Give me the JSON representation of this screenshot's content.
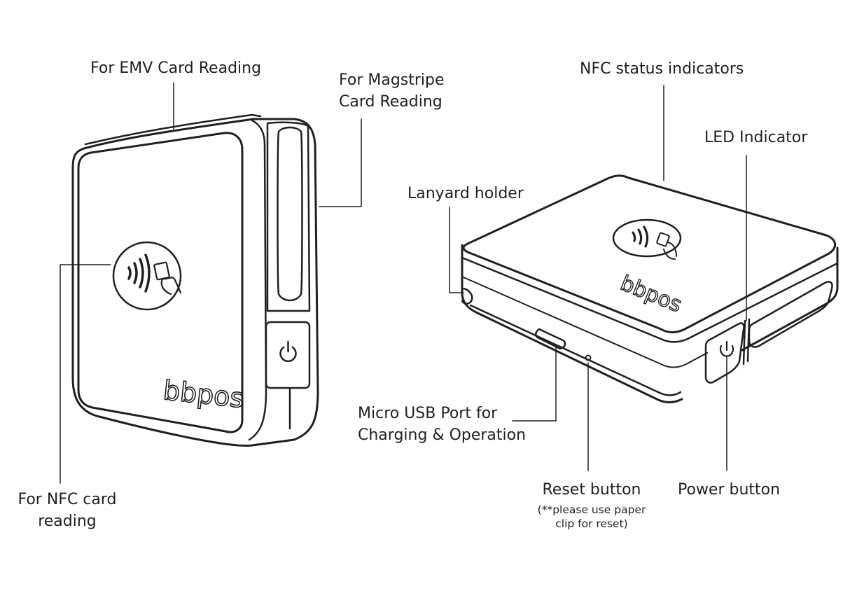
{
  "labels": {
    "emv": "For EMV Card Reading",
    "magstripe_line1": "For Magstripe",
    "magstripe_line2": "Card Reading",
    "nfc_line1": "For NFC card",
    "nfc_line2": "reading",
    "nfc_status": "NFC status indicators",
    "led": "LED Indicator",
    "lanyard": "Lanyard holder",
    "usb_line1": "Micro USB Port for",
    "usb_line2": "Charging & Operation",
    "reset": "Reset button",
    "reset_note_line1": "(**please use paper",
    "reset_note_line2": "clip for reset)",
    "power": "Power button"
  },
  "device": {
    "brand": "bbpos"
  },
  "colors": {
    "line": "#231f20",
    "background": "#ffffff"
  },
  "icons": [
    "contactless-icon",
    "power-icon"
  ]
}
